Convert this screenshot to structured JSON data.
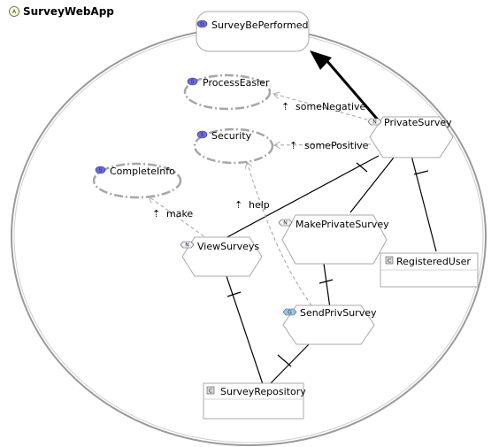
{
  "title": "SurveyWebApp",
  "title_badge": "A",
  "nodes": {
    "goal": {
      "label": "SurveyBePerformed",
      "badge": "G"
    },
    "softgoals": [
      {
        "label": "ProcessEasier",
        "badge": "S"
      },
      {
        "label": "Security",
        "badge": "S"
      },
      {
        "label": "CompleteInfo",
        "badge": "S"
      }
    ],
    "tasks": [
      {
        "label": "PrivateSurvey",
        "badge": "N"
      },
      {
        "label": "MakePrivateSurvey",
        "badge": "N"
      },
      {
        "label": "ViewSurveys",
        "badge": "N"
      },
      {
        "label": "SendPrivSurvey",
        "badge": "G"
      }
    ],
    "resources": [
      {
        "label": "RegisteredUser",
        "badge": "C"
      },
      {
        "label": "SurveyRepository",
        "badge": "C"
      }
    ]
  },
  "contributions": [
    {
      "label": "someNegative"
    },
    {
      "label": "somePositive"
    },
    {
      "label": "make"
    },
    {
      "label": "help"
    }
  ],
  "colors": {
    "badge_blue": "#6b6bdc",
    "badge_light": "#9ec5e6",
    "dashed_link": "#b0b0b0",
    "softgoal_border": "#a6a6a6"
  }
}
